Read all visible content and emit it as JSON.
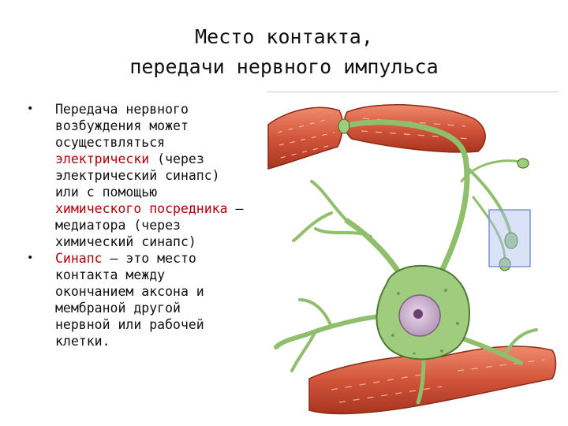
{
  "slide": {
    "title_line1": "Место контакта,",
    "title_line2": "передачи нервного импульса",
    "bullet_char": "•",
    "bullet1": {
      "l1": "Передача нервного",
      "l2": "возбуждения может",
      "l3": "осуществляться",
      "l4_red": "электрически",
      "l4_rest": " (через",
      "l5": "электрический синапс)",
      "l6": "или с помощью",
      "l7_red": "химического посредника",
      "l7_rest": " –",
      "l8": "медиатора (через",
      "l9": "химический синапс)"
    },
    "bullet2": {
      "l1_red": "Синапс",
      "l1_rest": " – это место",
      "l2": "контакта между",
      "l3": "окончанием аксона и",
      "l4": "мембраной другой",
      "l5": "нервной  или рабочей",
      "l6": "клетки."
    }
  },
  "colors": {
    "text": "#111111",
    "highlight_red": "#b0000b",
    "muscle_fiber": "#d2553a",
    "neuron_green": "#8fbf6a",
    "neuron_outline": "#4c7a33",
    "nucleus": "#c9aecb",
    "highlight_box": "#aebff0"
  }
}
